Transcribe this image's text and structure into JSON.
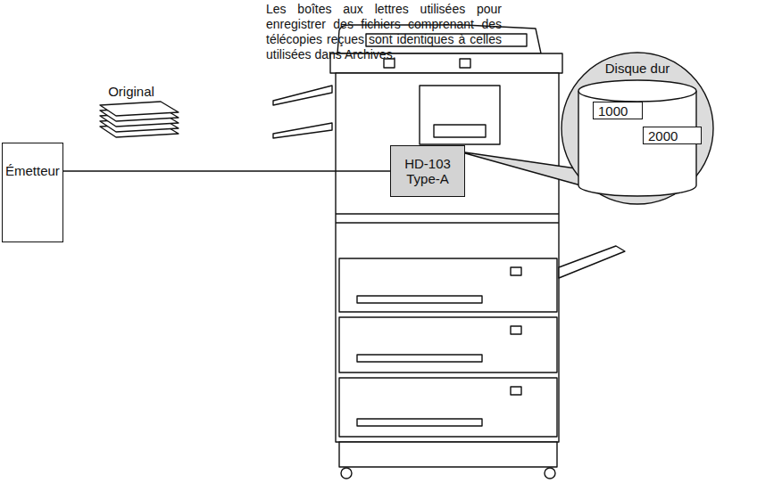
{
  "diagram": {
    "nodes": [
      {
        "text": [
          "Émetteur"
        ]
      },
      {
        "text": [
          "HD-103 Type-A"
        ]
      },
      {
        "text": [
          "Disque dur"
        ]
      },
      {
        "text": [
          "1000"
        ],
        "in": 2
      },
      {
        "text": [
          "2000"
        ],
        "in": 2
      }
    ],
    "edges": [
      {
        "from": 0,
        "to": 1,
        "arrow": "none"
      }
    ],
    "labels": [
      "Les boîtes aux lettres utilisées pour enregistrer des fichiers comprenant des télécopies reçues sont identiques à celles utilisées dans Archives.",
      "Original"
    ]
  }
}
